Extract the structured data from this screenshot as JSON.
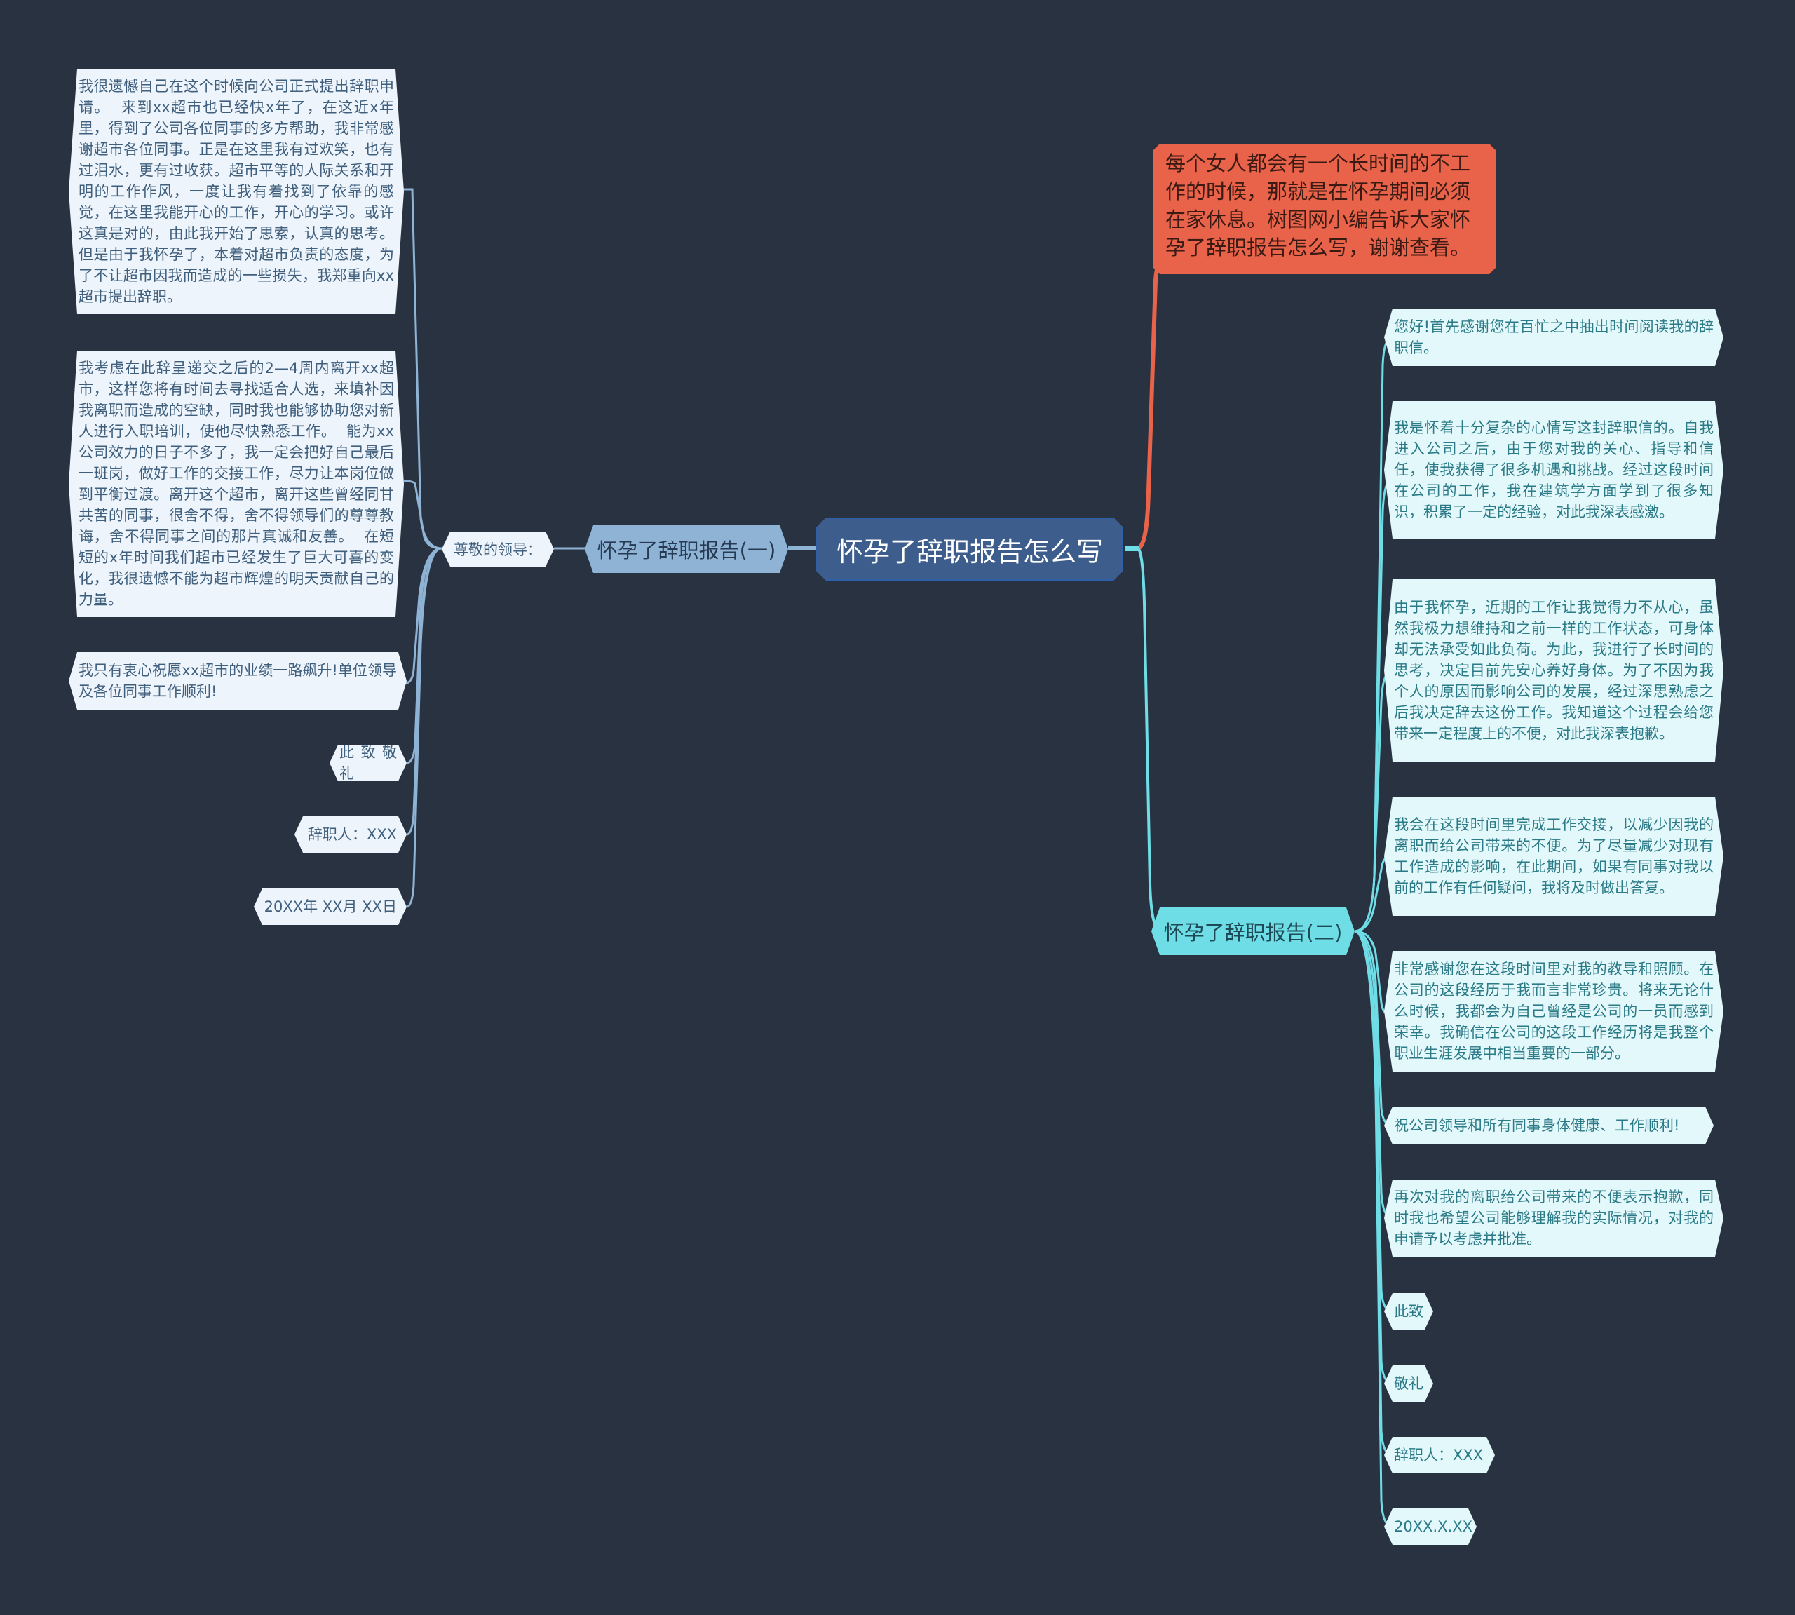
{
  "root": {
    "title": "怀孕了辞职报告怎么写"
  },
  "intro": {
    "text": "每个女人都会有一个长时间的不工作的时候，那就是在怀孕期间必须在家休息。树图网小编告诉大家怀孕了辞职报告怎么写，谢谢查看。"
  },
  "branch1": {
    "title": "怀孕了辞职报告(一)",
    "sub": "尊敬的领导：",
    "leaves": [
      "我很遗憾自己在这个时候向公司正式提出辞职申请。  来到xx超市也已经快x年了，在这近x年里，得到了公司各位同事的多方帮助，我非常感谢超市各位同事。正是在这里我有过欢笑，也有过泪水，更有过收获。超市平等的人际关系和开明的工作作风，一度让我有着找到了依靠的感觉，在这里我能开心的工作，开心的学习。或许这真是对的，由此我开始了思索，认真的思考。  但是由于我怀孕了，本着对超市负责的态度，为了不让超市因我而造成的一些损失，我郑重向xx超市提出辞职。",
      "我考虑在此辞呈递交之后的2—4周内离开xx超市，这样您将有时间去寻找适合人选，来填补因我离职而造成的空缺，同时我也能够协助您对新人进行入职培训，使他尽快熟悉工作。  能为xx公司效力的日子不多了，我一定会把好自己最后一班岗，做好工作的交接工作，尽力让本岗位做到平衡过渡。离开这个超市，离开这些曾经同甘共苦的同事，很舍不得，舍不得领导们的尊尊教诲，舍不得同事之间的那片真诚和友善。  在短短的x年时间我们超市已经发生了巨大可喜的变化，我很遗憾不能为超市辉煌的明天贡献自己的力量。",
      "我只有衷心祝愿xx超市的业绩一路飙升!单位领导及各位同事工作顺利!",
      "此致敬礼",
      "辞职人：XXX",
      "20XX年 XX月 XX日"
    ]
  },
  "branch2": {
    "title": "怀孕了辞职报告(二)",
    "leaves": [
      "您好!首先感谢您在百忙之中抽出时间阅读我的辞职信。",
      "我是怀着十分复杂的心情写这封辞职信的。自我进入公司之后，由于您对我的关心、指导和信任，使我获得了很多机遇和挑战。经过这段时间在公司的工作，我在建筑学方面学到了很多知识，积累了一定的经验，对此我深表感激。",
      "由于我怀孕，近期的工作让我觉得力不从心，虽然我极力想维持和之前一样的工作状态，可身体却无法承受如此负荷。为此，我进行了长时间的思考，决定目前先安心养好身体。为了不因为我个人的原因而影响公司的发展，经过深思熟虑之后我决定辞去这份工作。我知道这个过程会给您带来一定程度上的不便，对此我深表抱歉。",
      "我会在这段时间里完成工作交接，以减少因我的离职而给公司带来的不便。为了尽量减少对现有工作造成的影响，在此期间，如果有同事对我以前的工作有任何疑问，我将及时做出答复。",
      "非常感谢您在这段时间里对我的教导和照顾。在公司的这段经历于我而言非常珍贵。将来无论什么时候，我都会为自己曾经是公司的一员而感到荣幸。我确信在公司的这段工作经历将是我整个职业生涯发展中相当重要的一部分。",
      "祝公司领导和所有同事身体健康、工作顺利!",
      "再次对我的离职给公司带来的不便表示抱歉，同时我也希望公司能够理解我的实际情况，对我的申请予以考虑并批准。",
      "此致",
      "敬礼",
      "辞职人：XXX",
      "20XX.X.XX"
    ]
  },
  "colors": {
    "background": "#283241",
    "root": "#3d5e8c",
    "intro": "#e8634a",
    "branch1": "#8fb3d4",
    "branch2": "#6fdde5"
  }
}
